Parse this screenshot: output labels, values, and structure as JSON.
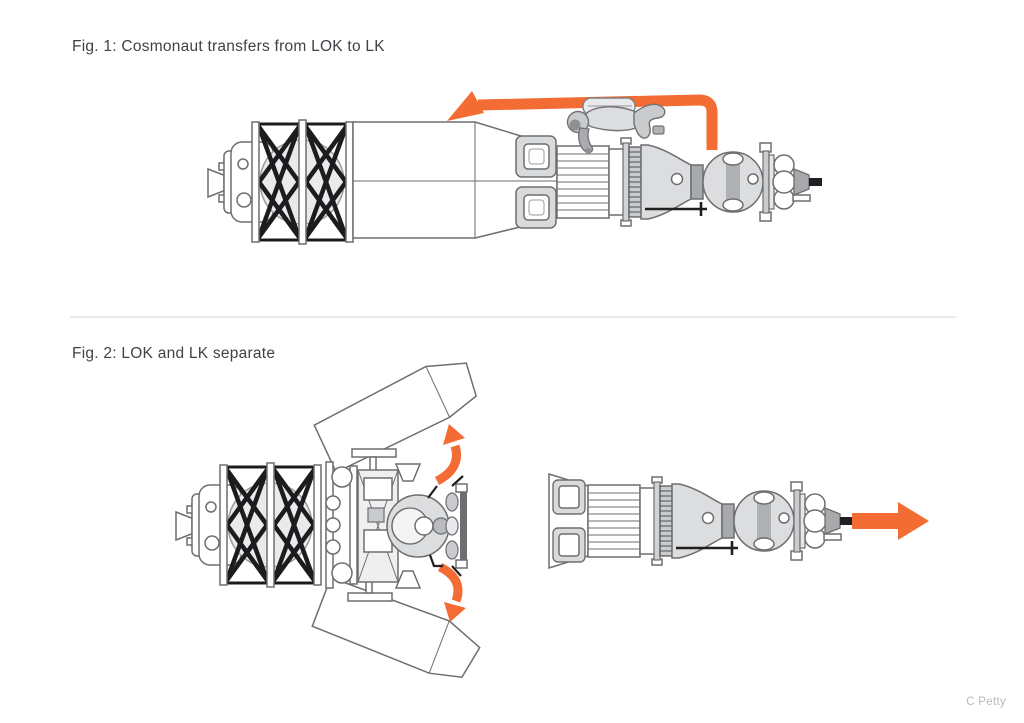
{
  "page": {
    "credit": "C Petty",
    "background": "#FFFFFF"
  },
  "colors": {
    "arrow_orange": "#F26C33",
    "line_gray": "#6D6E71",
    "truss_black": "#1C1C1E",
    "fill_light": "#DCDDDE",
    "fill_mid": "#A7A9AC",
    "caption_text": "#414247",
    "divider_gray": "#E9EAEB",
    "credit_text": "#B7B9BB"
  },
  "figure1": {
    "caption": "Fig. 1: Cosmonaut transfers from LOK to LK",
    "icons": {
      "transfer_arrow": "elbow-arrow-pointing-down-left",
      "cosmonaut": "floating-cosmonaut-figure"
    }
  },
  "figure2": {
    "caption": "Fig. 2: LOK and LK separate",
    "icons": {
      "jettison_arrow_up": "curved-arrow-up",
      "jettison_arrow_down": "curved-arrow-down",
      "separation_arrow": "straight-arrow-right"
    }
  }
}
